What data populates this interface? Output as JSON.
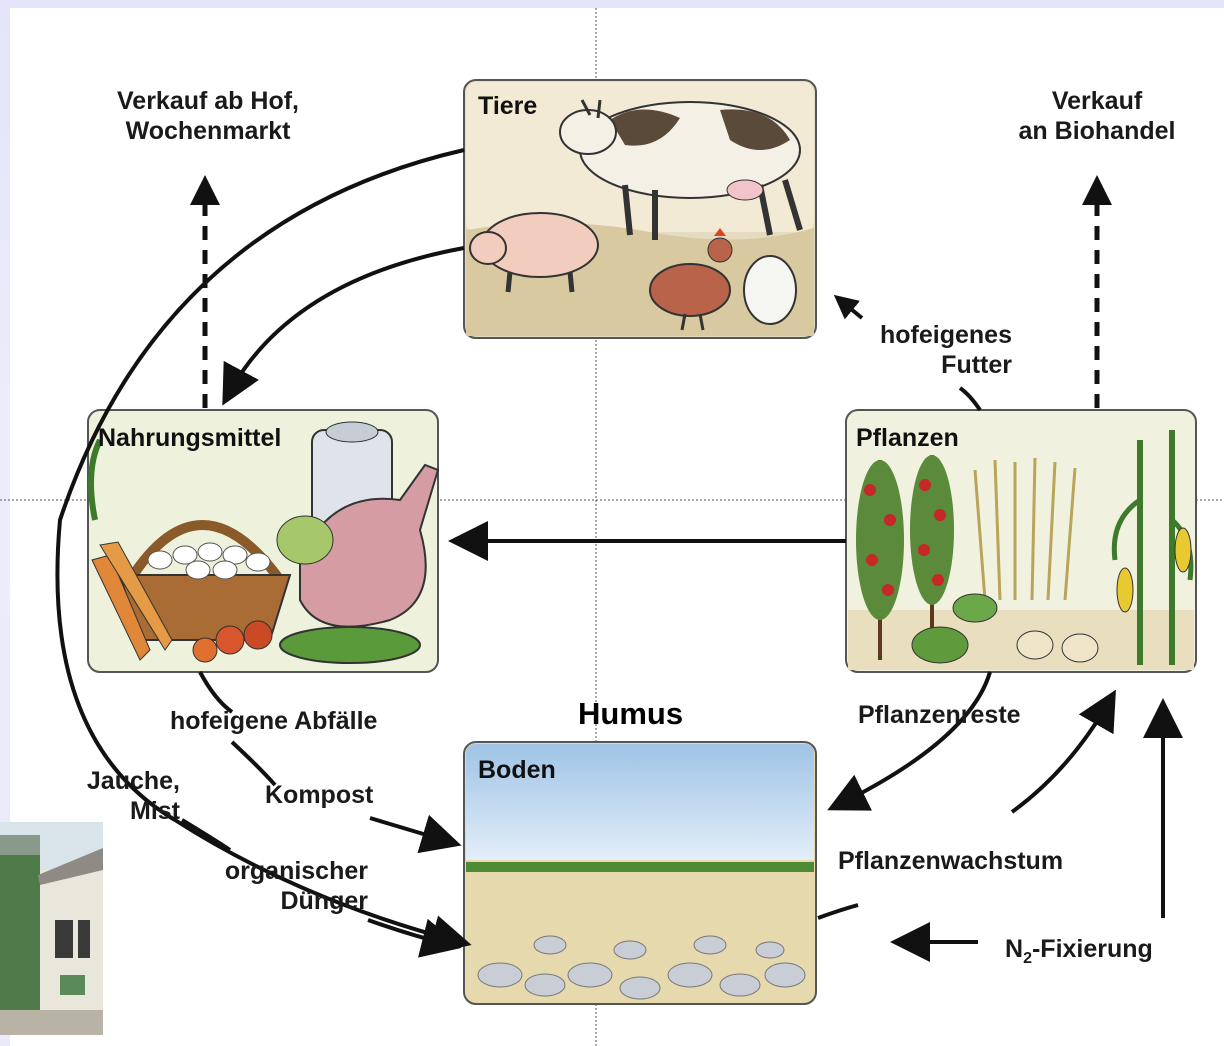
{
  "title": "Humus",
  "panels": {
    "tiere": "Tiere",
    "nahrungsmittel": "Nahrungsmittel",
    "pflanzen": "Pflanzen",
    "boden": "Boden"
  },
  "labels": {
    "verkauf_hof_line1": "Verkauf ab Hof,",
    "verkauf_hof_line2": "Wochenmarkt",
    "verkauf_bio_line1": "Verkauf",
    "verkauf_bio_line2": "an Biohandel",
    "futter_line1": "hofeigenes",
    "futter_line2": "Futter",
    "abfaelle": "hofeigene Abfälle",
    "pflanzenreste": "Pflanzenreste",
    "jauche_line1": "Jauche,",
    "jauche_line2": "Mist",
    "kompost": "Kompost",
    "duenger_line1": "organischer",
    "duenger_line2": "Dünger",
    "wachstum": "Pflanzenwachstum",
    "n2_prefix": "N",
    "n2_sub": "2",
    "n2_suffix": "-Fixierung"
  },
  "colors": {
    "sky": "#b9d3ea",
    "soil": "#e6d9ae",
    "stones": "#c9ced6",
    "arrow": "#111111"
  }
}
